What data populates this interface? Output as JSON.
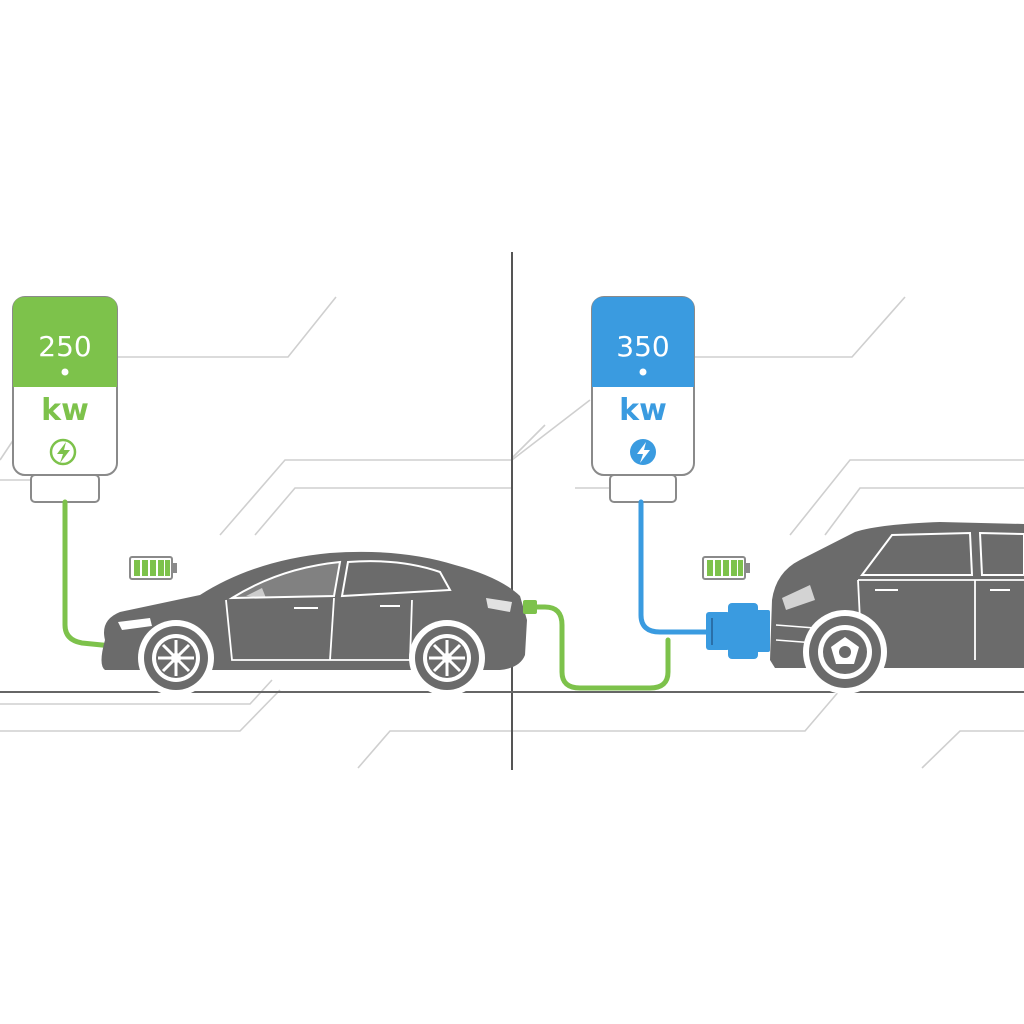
{
  "colors": {
    "background": "#ffffff",
    "green": "#7dc24b",
    "blue": "#3a9be0",
    "car": "#6b6b6b",
    "line": "#c9c9c9",
    "divider": "#555555"
  },
  "chargers": [
    {
      "power_value": "250",
      "power_unit": "kw",
      "accent": "green",
      "icon": "lightning-outline-icon"
    },
    {
      "power_value": "350",
      "power_unit": "kw",
      "accent": "blue",
      "icon": "lightning-filled-icon"
    }
  ],
  "icons": [
    "battery-full-icon",
    "charging-plug-icon",
    "sedan-car-icon",
    "suv-car-icon"
  ]
}
